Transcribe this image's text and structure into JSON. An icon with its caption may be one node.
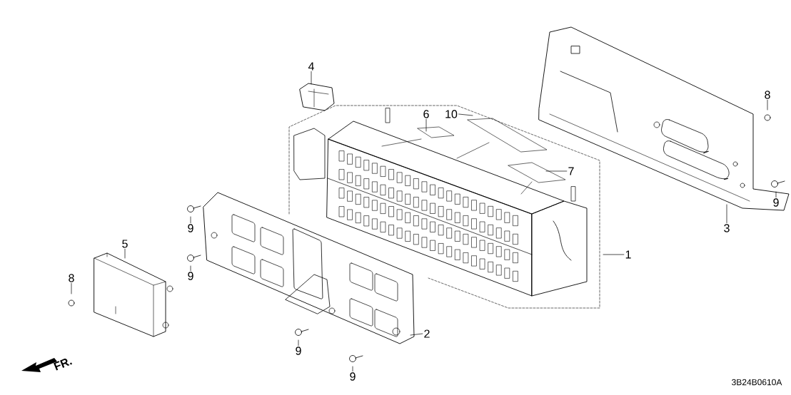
{
  "diagram": {
    "nodes": [
      {
        "text": [
          "4"
        ]
      },
      {
        "text": [
          "6"
        ]
      },
      {
        "text": [
          "10"
        ]
      },
      {
        "text": [
          "7"
        ]
      },
      {
        "text": [
          "1"
        ]
      },
      {
        "text": [
          "3"
        ]
      },
      {
        "text": [
          "8"
        ]
      },
      {
        "text": [
          "9"
        ]
      },
      {
        "text": [
          "9"
        ]
      },
      {
        "text": [
          "5"
        ]
      },
      {
        "text": [
          "9"
        ]
      },
      {
        "text": [
          "8"
        ]
      },
      {
        "text": [
          "2"
        ]
      },
      {
        "text": [
          "9"
        ]
      },
      {
        "text": [
          "9"
        ]
      }
    ],
    "edges": [
      {
        "from": 0,
        "to": null,
        "arrow": "none"
      },
      {
        "from": 1,
        "to": null,
        "arrow": "none"
      },
      {
        "from": 2,
        "to": null,
        "arrow": "none"
      },
      {
        "from": 3,
        "to": null,
        "arrow": "none"
      },
      {
        "from": 4,
        "to": null,
        "arrow": "none"
      },
      {
        "from": 5,
        "to": null,
        "arrow": "none"
      },
      {
        "from": 6,
        "to": null,
        "arrow": "none"
      },
      {
        "from": 7,
        "to": null,
        "arrow": "none"
      },
      {
        "from": 8,
        "to": null,
        "arrow": "none"
      },
      {
        "from": 9,
        "to": null,
        "arrow": "none"
      },
      {
        "from": 10,
        "to": null,
        "arrow": "none"
      },
      {
        "from": 11,
        "to": null,
        "arrow": "none"
      },
      {
        "from": 12,
        "to": null,
        "arrow": "none"
      },
      {
        "from": 13,
        "to": null,
        "arrow": "none"
      },
      {
        "from": 14,
        "to": null,
        "arrow": "none"
      }
    ],
    "labels": [
      "FR.",
      "3B24B0610A"
    ]
  }
}
